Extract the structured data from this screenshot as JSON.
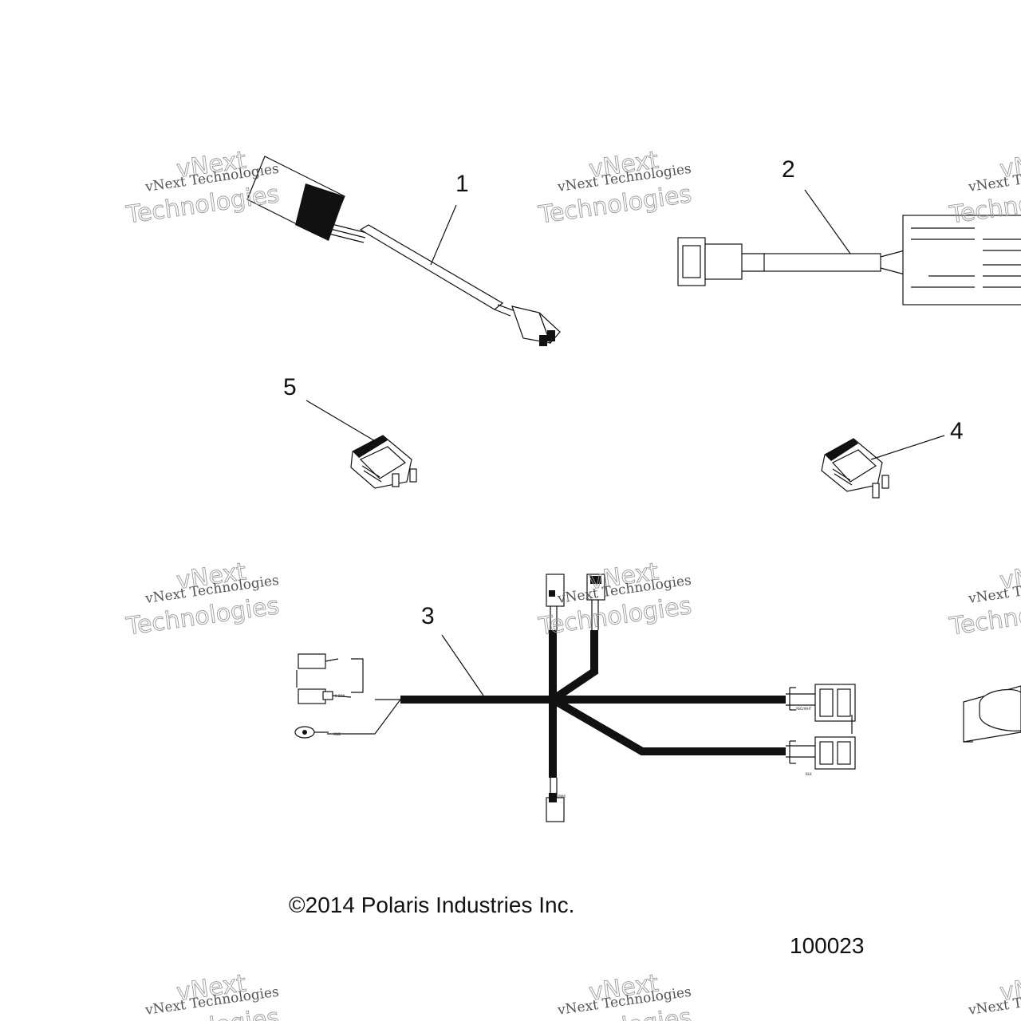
{
  "diagram": {
    "callouts": [
      "1",
      "2",
      "3",
      "4",
      "5"
    ],
    "copyright": "©2014 Polaris Industries Inc.",
    "document_number": "100023",
    "watermark": {
      "line1": "vNext Technologies",
      "line2": "Technologies",
      "top": "vNext"
    }
  }
}
